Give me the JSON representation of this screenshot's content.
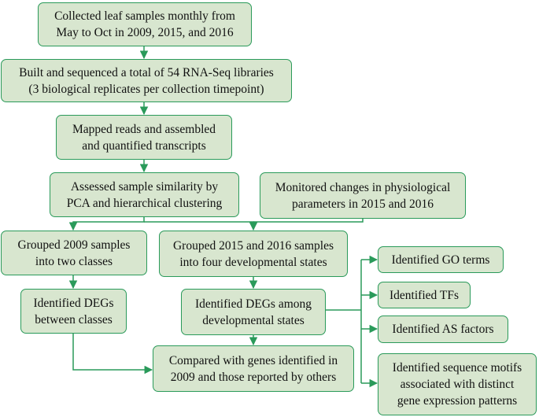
{
  "colors": {
    "box_fill": "#d8e6cf",
    "box_border": "#2a9a5a",
    "arrow": "#2a9a5a",
    "text": "#111111"
  },
  "boxes": {
    "collect": [
      "Collected leaf samples monthly from",
      "May to Oct in 2009, 2015, and 2016"
    ],
    "sequence": [
      "Built and sequenced a total of 54 RNA-Seq libraries",
      "(3 biological replicates per collection timepoint)"
    ],
    "map": [
      "Mapped reads and assembled",
      "and quantified transcripts"
    ],
    "assess": [
      "Assessed sample similarity by",
      "PCA and hierarchical clustering"
    ],
    "monitor": [
      "Monitored changes in physiological",
      "parameters in 2015 and 2016"
    ],
    "group2009": [
      "Grouped 2009 samples",
      "into two classes"
    ],
    "group2015": [
      "Grouped 2015 and 2016 samples",
      "into four developmental states"
    ],
    "degs_classes": [
      "Identified DEGs",
      "between classes"
    ],
    "degs_states": [
      "Identified DEGs among",
      "developmental states"
    ],
    "compare": [
      "Compared with genes identified in",
      "2009 and those reported by others"
    ],
    "go_terms": [
      "Identified GO terms"
    ],
    "tfs": [
      "Identified TFs"
    ],
    "as_factors": [
      "Identified AS factors"
    ],
    "motifs": [
      "Identified sequence motifs",
      "associated with distinct",
      "gene expression patterns"
    ]
  }
}
